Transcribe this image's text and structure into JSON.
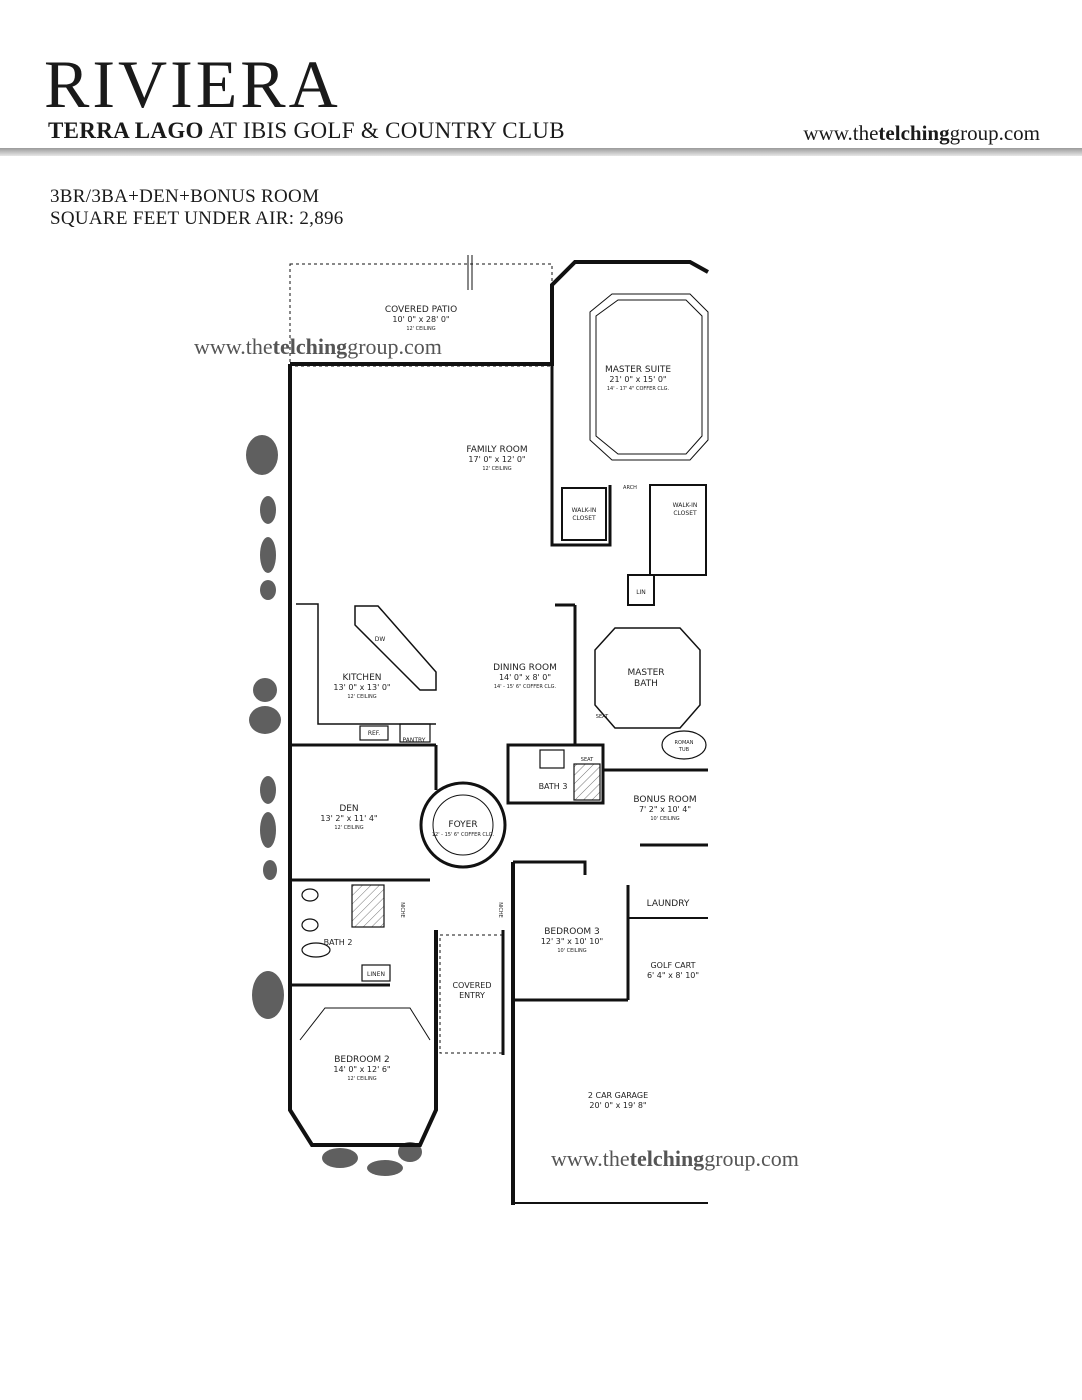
{
  "header": {
    "title": "RIVIERA",
    "subtitle_bold": "TERRA LAGO",
    "subtitle_rest": " AT IBIS GOLF & COUNTRY CLUB",
    "url_pre": "www.the",
    "url_bold": "telching",
    "url_post": "group.com"
  },
  "specs": {
    "line1": "3BR/3BA+DEN+BONUS ROOM",
    "line2": "SQUARE FEET UNDER AIR: 2,896"
  },
  "watermark": {
    "pre": "www.the",
    "bold": "telching",
    "post": "group.com"
  },
  "rooms": {
    "patio": {
      "name": "COVERED PATIO",
      "dims": "10' 0\" x 28' 0\"",
      "note": "12' CEILING"
    },
    "master": {
      "name": "MASTER SUITE",
      "dims": "21' 0\" x 15' 0\"",
      "note": "14' - 17' 4\" COFFER CLG."
    },
    "family": {
      "name": "FAMILY ROOM",
      "dims": "17' 0\" x 12' 0\"",
      "note": "12' CEILING"
    },
    "walkin1": {
      "name": "WALK-IN",
      "name2": "CLOSET"
    },
    "walkin2": {
      "name": "WALK-IN",
      "name2": "CLOSET"
    },
    "arch": {
      "name": "ARCH"
    },
    "lin1": {
      "name": "LIN"
    },
    "dw": {
      "name": "DW"
    },
    "kitchen": {
      "name": "KITCHEN",
      "dims": "13' 0\" x 13' 0\"",
      "note": "12' CEILING"
    },
    "dining": {
      "name": "DINING ROOM",
      "dims": "14' 0\" x 8' 0\"",
      "note": "14' - 15' 6\" COFFER CLG."
    },
    "mbath": {
      "name": "MASTER",
      "name2": "BATH"
    },
    "seat1": {
      "name": "SEAT"
    },
    "roman": {
      "name": "ROMAN",
      "name2": "TUB"
    },
    "ref": {
      "name": "REF."
    },
    "pantry": {
      "name": "PANTRY"
    },
    "seat2": {
      "name": "SEAT"
    },
    "bath3": {
      "name": "BATH 3"
    },
    "den": {
      "name": "DEN",
      "dims": "13' 2\" x 11' 4\"",
      "note": "12' CEILING"
    },
    "foyer": {
      "name": "FOYER",
      "note": "12' - 15' 6\" COFFER CLG."
    },
    "bonus": {
      "name": "BONUS ROOM",
      "dims": "7' 2\" x 10' 4\"",
      "note": "10' CEILING"
    },
    "laundry": {
      "name": "LAUNDRY"
    },
    "niche1": {
      "name": "NICHE"
    },
    "niche2": {
      "name": "NICHE"
    },
    "bath2": {
      "name": "BATH 2"
    },
    "linen": {
      "name": "LINEN"
    },
    "bed3": {
      "name": "BEDROOM 3",
      "dims": "12' 3\" x 10' 10\"",
      "note": "10' CEILING"
    },
    "golfcart": {
      "name": "GOLF CART",
      "dims": "6' 4\" x 8' 10\""
    },
    "entry": {
      "name": "COVERED",
      "name2": "ENTRY"
    },
    "bed2": {
      "name": "BEDROOM 2",
      "dims": "14' 0\" x 12' 6\"",
      "note": "12' CEILING"
    },
    "garage": {
      "name": "2 CAR GARAGE",
      "dims": "20' 0\" x 19' 8\""
    }
  }
}
